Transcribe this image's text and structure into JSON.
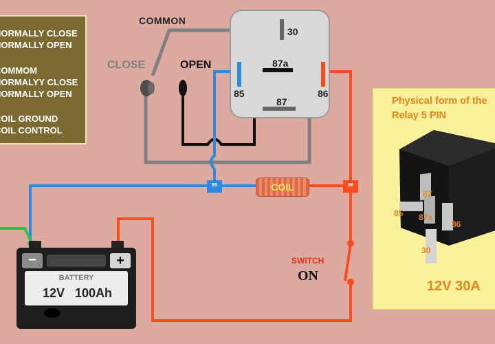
{
  "legend": {
    "group1": [
      "NORMALLY CLOSE",
      "NORMALLY OPEN"
    ],
    "group2": [
      "COMMOM",
      "NORMALYY CLOSE",
      "NORMALLY OPEN"
    ],
    "group3": [
      "COIL GROUND",
      "COIL CONTROL"
    ]
  },
  "labels": {
    "common": "COMMON",
    "close": "CLOSE",
    "open": "OPEN",
    "coil": "COIL",
    "switch": "SWITCH",
    "switch_state": "ON"
  },
  "relay_pins": {
    "p30": "30",
    "p87a": "87a",
    "p87": "87",
    "p85": "85",
    "p86": "86"
  },
  "junction_tags": {
    "left": "85",
    "right": "86"
  },
  "battery": {
    "title": "BATTERY",
    "spec": "12V   100Ah",
    "neg": "−",
    "pos": "+"
  },
  "physical_panel": {
    "title_line1": "Physical form of the",
    "title_line2": "Relay 5 PIN",
    "pins": [
      "87",
      "85",
      "87a",
      "86",
      "30"
    ],
    "spec": "12V 30A"
  },
  "colors": {
    "background": "#ddaaa0",
    "wire_gray": "#808080",
    "wire_black": "#111111",
    "wire_blue": "#2a8be0",
    "wire_red": "#ff4a1c",
    "wire_green": "#2cc24a",
    "accent_orange": "#e8851c",
    "legend_bg": "#7a6a32"
  }
}
